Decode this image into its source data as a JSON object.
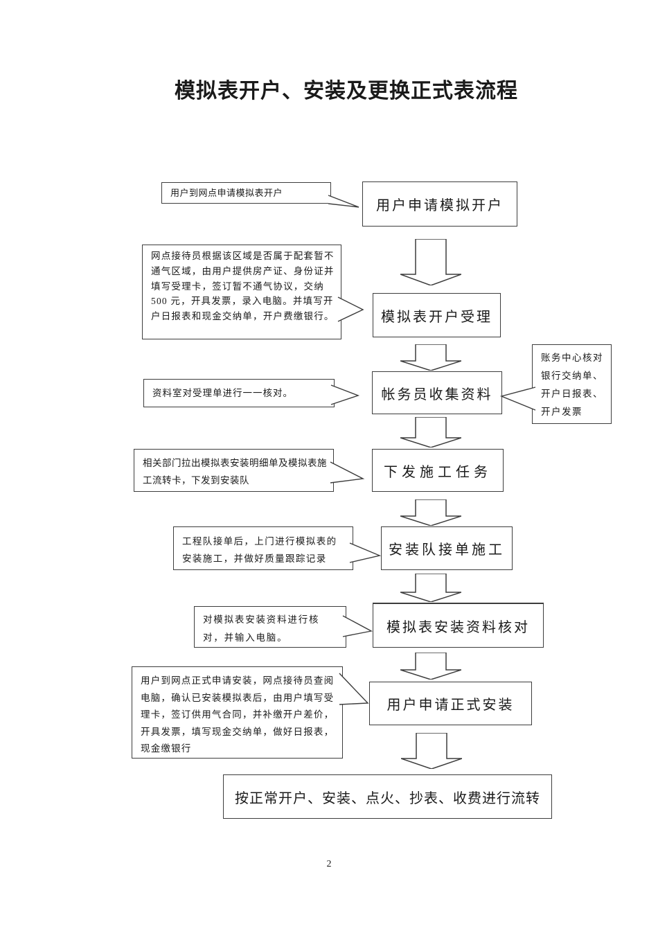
{
  "page": {
    "title": "模拟表开户、安装及更换正式表流程",
    "page_number": "2"
  },
  "flowchart": {
    "border_color": "#3c3c3c",
    "nodes": [
      {
        "label": "用户申请模拟开户"
      },
      {
        "label": "模拟表开户受理"
      },
      {
        "label": "帐务员收集资料"
      },
      {
        "label": "下发施工任务"
      },
      {
        "label": "安装队接单施工"
      },
      {
        "label": "模拟表安装资料核对"
      },
      {
        "label": "用户申请正式安装"
      },
      {
        "label": "按正常开户、安装、点火、抄表、收费进行流转"
      }
    ],
    "callouts": [
      {
        "text": "用户到网点申请模拟表开户"
      },
      {
        "text": "网点接待员根据该区域是否属于配套暂不通气区域，由用户提供房产证、身份证并填写受理卡，签订暂不通气协议，交纳 500 元，开具发票，录入电脑。并填写开户日报表和现金交纳单，开户费缴银行。"
      },
      {
        "text": "资料室对受理单进行一一核对。"
      },
      {
        "text": "账务中心核对银行交纳单、开户日报表、开户发票"
      },
      {
        "text": "相关部门拉出模拟表安装明细单及模拟表施工流转卡，下发到安装队"
      },
      {
        "text": "工程队接单后，上门进行模拟表的安装施工，并做好质量跟踪记录"
      },
      {
        "text": "对模拟表安装资料进行核对，并输入电脑。"
      },
      {
        "text": "用户到网点正式申请安装，网点接待员查阅电脑，确认已安装模拟表后，由用户填写受理卡，签订供用气合同，并补缴开户差价，开具发票，填写现金交纳单，做好日报表，现金缴银行"
      }
    ]
  }
}
